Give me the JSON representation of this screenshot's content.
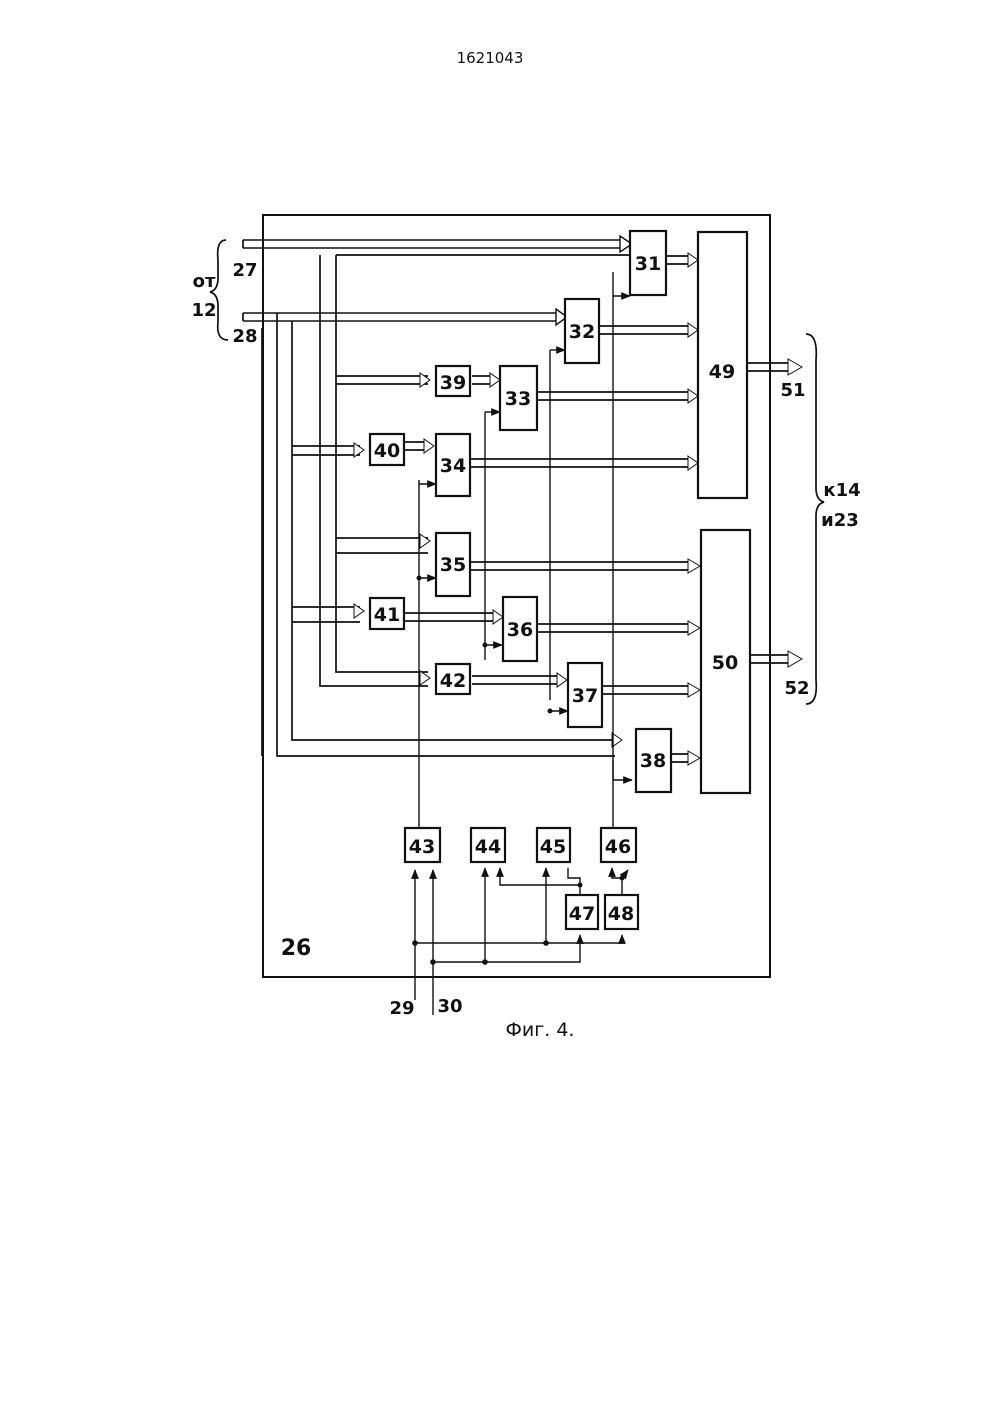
{
  "header": {
    "patent_number": "1621043"
  },
  "figure": {
    "caption": "Фиг. 4."
  },
  "unit_label": "26",
  "inputs": {
    "source_from": "от",
    "source_unit": "12",
    "line_27": "27",
    "line_28": "28",
    "line_29": "29",
    "line_30": "30"
  },
  "outputs": {
    "line_51": "51",
    "line_52": "52",
    "target_k": "к14",
    "target_and": "и23"
  },
  "blocks": [
    {
      "id": "31",
      "label": "31"
    },
    {
      "id": "32",
      "label": "32"
    },
    {
      "id": "33",
      "label": "33"
    },
    {
      "id": "34",
      "label": "34"
    },
    {
      "id": "35",
      "label": "35"
    },
    {
      "id": "36",
      "label": "36"
    },
    {
      "id": "37",
      "label": "37"
    },
    {
      "id": "38",
      "label": "38"
    },
    {
      "id": "39",
      "label": "39"
    },
    {
      "id": "40",
      "label": "40"
    },
    {
      "id": "41",
      "label": "41"
    },
    {
      "id": "42",
      "label": "42"
    },
    {
      "id": "43",
      "label": "43"
    },
    {
      "id": "44",
      "label": "44"
    },
    {
      "id": "45",
      "label": "45"
    },
    {
      "id": "46",
      "label": "46"
    },
    {
      "id": "47",
      "label": "47"
    },
    {
      "id": "48",
      "label": "48"
    },
    {
      "id": "49",
      "label": "49"
    },
    {
      "id": "50",
      "label": "50"
    }
  ]
}
